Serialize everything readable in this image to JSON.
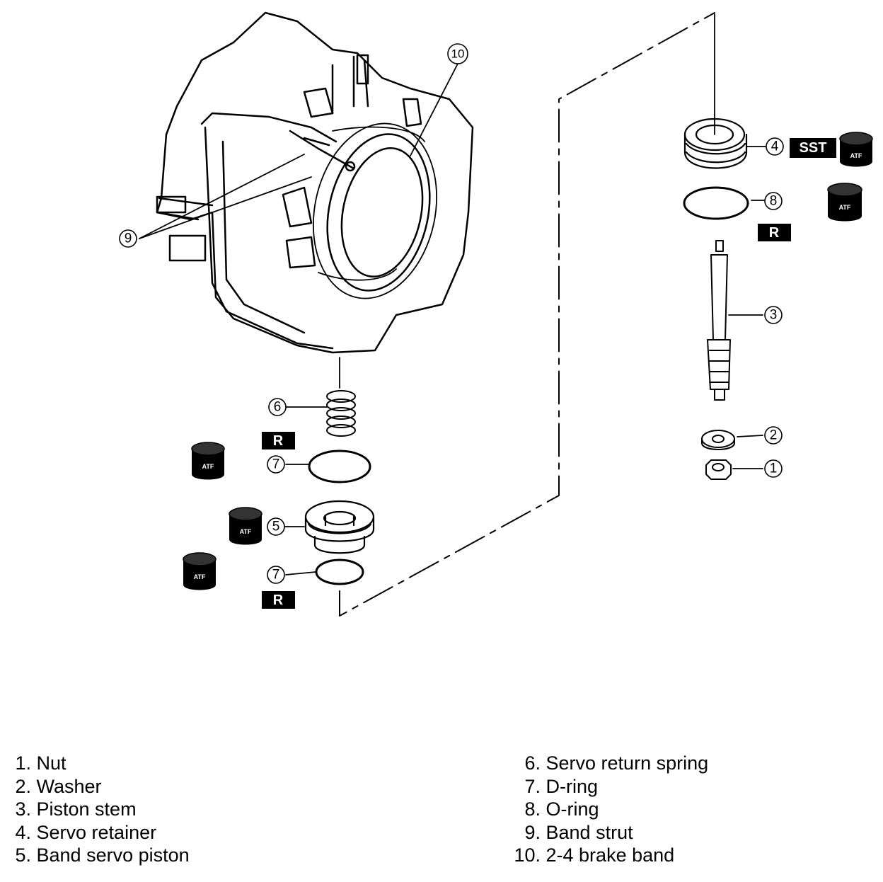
{
  "diagram": {
    "callouts": [
      "1",
      "2",
      "3",
      "4",
      "5",
      "6",
      "7",
      "8",
      "9",
      "10"
    ],
    "tags": {
      "sst": "SST",
      "r": "R",
      "atf": "ATF"
    }
  },
  "legend": {
    "left": [
      {
        "num": "1.",
        "label": "Nut"
      },
      {
        "num": "2.",
        "label": "Washer"
      },
      {
        "num": "3.",
        "label": "Piston stem"
      },
      {
        "num": "4.",
        "label": "Servo retainer"
      },
      {
        "num": "5.",
        "label": "Band servo piston"
      }
    ],
    "right": [
      {
        "num": "6.",
        "label": "Servo return spring"
      },
      {
        "num": "7.",
        "label": "D-ring"
      },
      {
        "num": "8.",
        "label": "O-ring"
      },
      {
        "num": "9.",
        "label": "Band strut"
      },
      {
        "num": "10.",
        "label": "2-4 brake band"
      }
    ]
  }
}
